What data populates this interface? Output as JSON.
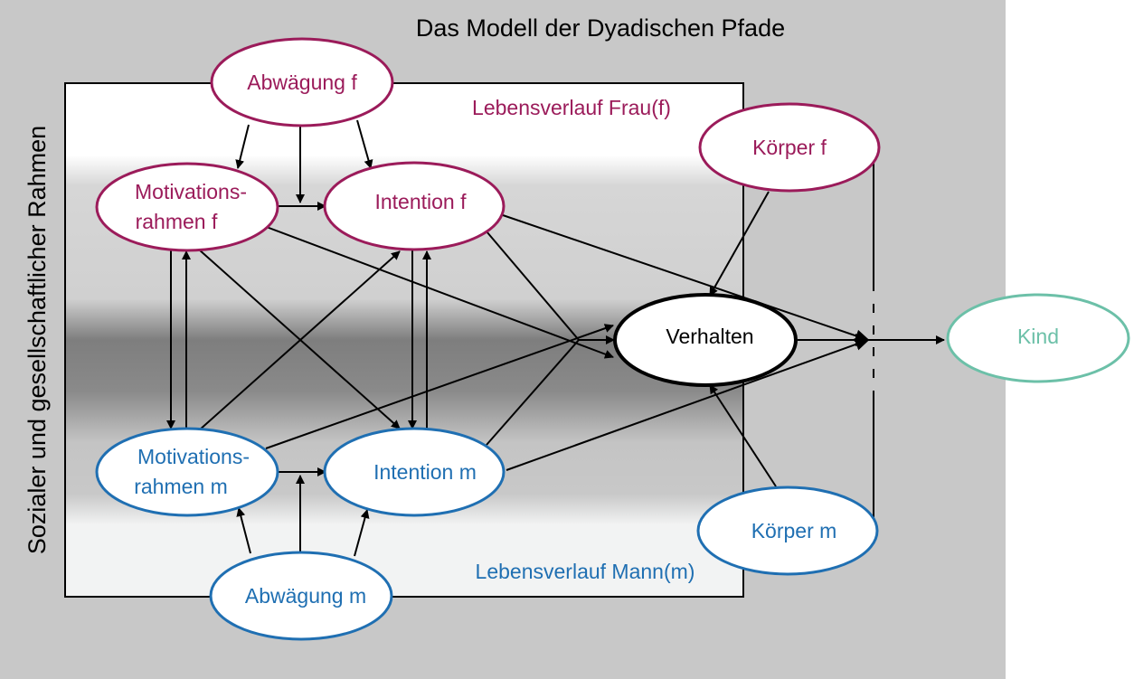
{
  "title": "Das Modell der Dyadischen Pfade",
  "side_label": "Sozialer und gesellschaftlicher Rahmen",
  "region_labels": {
    "female": "Lebensverlauf Frau(f)",
    "male": "Lebensverlauf Mann(m)"
  },
  "nodes": {
    "abwaegung_f": "Abwägung f",
    "motivationsrahmen_f": [
      "Motivations-",
      "rahmen f"
    ],
    "intention_f": "Intention f",
    "koerper_f": "Körper f",
    "verhalten": "Verhalten",
    "kind": "Kind",
    "motivationsrahmen_m": [
      "Motivations-",
      "rahmen m"
    ],
    "intention_m": "Intention m",
    "koerper_m": "Körper m",
    "abwaegung_m": "Abwägung m"
  },
  "colors": {
    "female": "#9b1b5a",
    "male": "#1f6fb2",
    "child": "#6cc0a8",
    "neutral": "#000000",
    "outer_frame": "#c8c8c8",
    "band_light": "#d4d4d4",
    "band_dark": "#8a8a8a"
  }
}
